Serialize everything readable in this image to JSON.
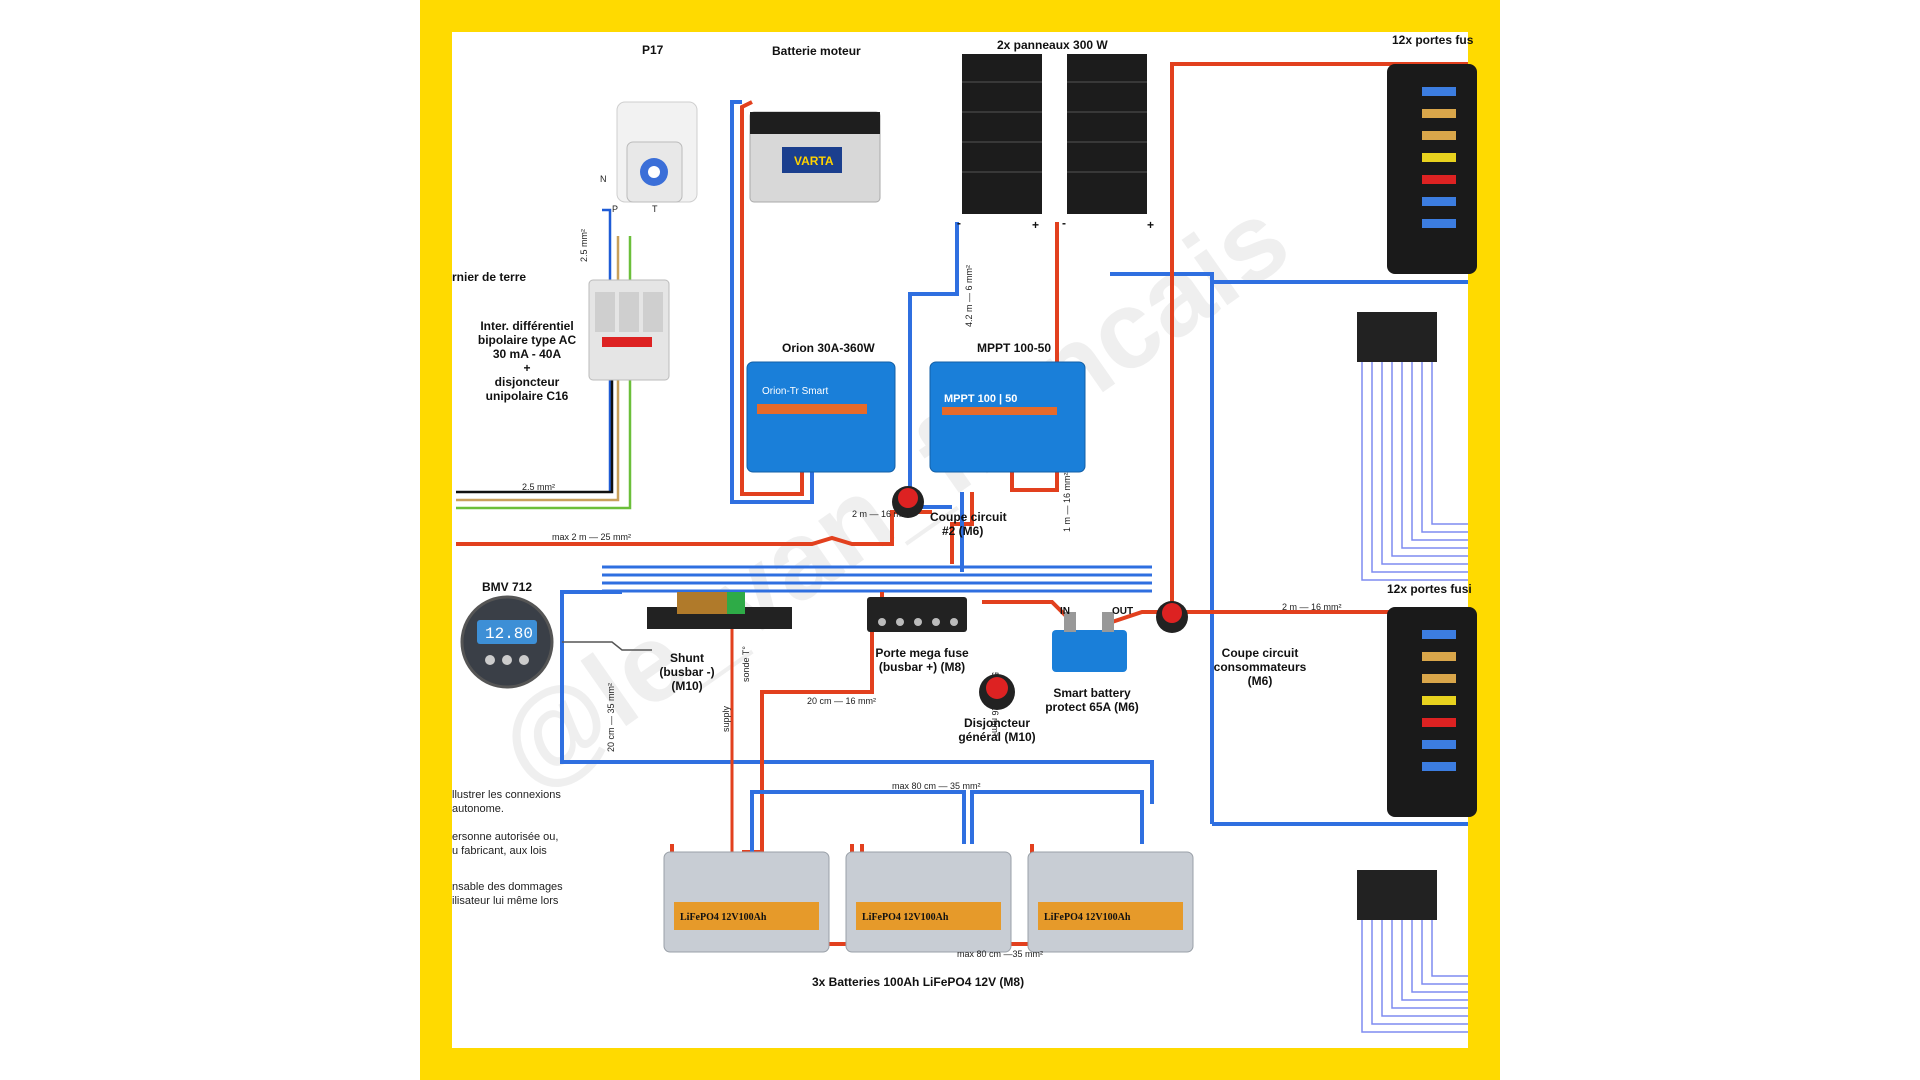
{
  "colors": {
    "frame": "#FFDA00",
    "positive": "#E2401E",
    "negative": "#2F6FE0",
    "ground": "#6BBF3A",
    "neutral": "#1E5BD6",
    "phase": "#C8A05A"
  },
  "labels": {
    "p17": "P17",
    "batterie_moteur": "Batterie moteur",
    "panneaux": "2x panneaux 300 W",
    "portes_fus_top": "12x portes fus",
    "portes_fus_bottom": "12x portes fusi",
    "piquet_terre": "rnier de terre",
    "inter_diff": [
      "Inter. différentiel",
      "bipolaire type AC",
      "30 mA - 40A",
      "+",
      "disjoncteur",
      "unipolaire C16"
    ],
    "orion": "Orion 30A-360W",
    "mppt": "MPPT 100-50",
    "coupe2": [
      "Coupe circuit",
      "#2 (M6)"
    ],
    "bmv": "BMV 712",
    "shunt": [
      "Shunt",
      "(busbar -)",
      "(M10)"
    ],
    "mega_fuse": [
      "Porte mega fuse",
      "(busbar +) (M8)"
    ],
    "disjoncteur": [
      "Disjoncteur",
      "général (M10)"
    ],
    "smart_bp": [
      "Smart battery",
      "protect 65A (M6)"
    ],
    "coupe_conso": [
      "Coupe circuit",
      "consommateurs",
      "(M6)"
    ],
    "batteries": "3x Batteries 100Ah LiFePO4 12V (M8)",
    "in": "IN",
    "out": "OUT",
    "bmv_value": "12.80",
    "n": "N",
    "p": "P",
    "t": "T",
    "plus": "+",
    "minus": "-",
    "orion_brand": "Orion-Tr Smart",
    "mppt_brand": "MPPT 100 | 50",
    "battery_model": "LiFePO4  12V100Ah",
    "varta": "VARTA",
    "sonde": "sonde T°",
    "supply": "supply"
  },
  "wire_labels": {
    "w25_vert": "2.5 mm²",
    "w25_horiz": "2.5 mm²",
    "w42": "4.2 m — 6 mm²",
    "max2_25": "max 2 m — 25 mm²",
    "w2_16": "2 m — 16 mm²",
    "w16_vert": "1 m — 16 mm²",
    "w5_16": "5 cm — 16 mm²",
    "w20_16": "20 cm — 16 mm²",
    "w20_35": "20 cm — 35 mm²",
    "max80_top": "max 80 cm — 35 mm²",
    "max80_bottom": "max 80 cm —35 mm²",
    "w2_16_right": "2 m — 16 mm²"
  },
  "left_text": [
    "llustrer les connexions",
    "autonome.",
    "",
    "ersonne autorisée ou,",
    "u fabricant,  aux lois",
    "",
    "nsable des dommages",
    "ilisateur lui même lors"
  ],
  "watermark": "@le_van_francais"
}
